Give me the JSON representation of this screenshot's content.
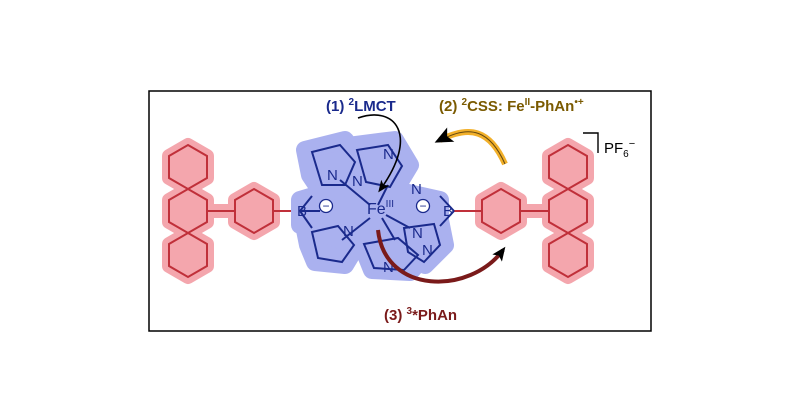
{
  "labels": {
    "step1": {
      "num": "(1) ",
      "sup": "2",
      "text": "LMCT"
    },
    "step2": {
      "num": "(2) ",
      "sup": "2",
      "text": "CSS: Fe",
      "metal_sup": "II",
      "tail": "-PhAn",
      "rad_sup": "•+"
    },
    "step3": {
      "num": "(3) ",
      "sup": "3",
      "text": "*PhAn"
    },
    "counterion": {
      "text": "PF",
      "sub": "6",
      "sup": "−"
    },
    "metal": {
      "text": "Fe",
      "sup": "III"
    },
    "boron": "B",
    "nitrogen": "N",
    "minus": "−"
  },
  "colors": {
    "step1": "#1a2a8c",
    "step2": "#7a5a00",
    "step3": "#7a1a1a",
    "atoms": "#1a2a8c",
    "anthracene_glow": "#f4a6ad",
    "scorpionate_glow": "#aab1ef",
    "arrow_orange": "#f2b02a",
    "frame": "#000000"
  }
}
